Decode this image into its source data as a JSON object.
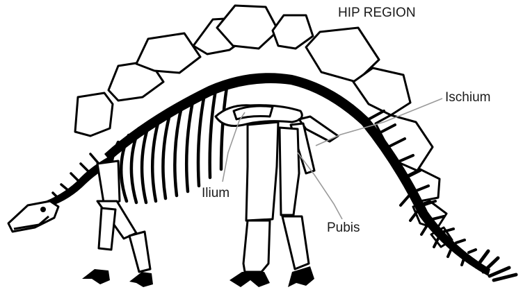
{
  "diagram": {
    "title": "HIP REGION",
    "labels": {
      "ischium": "Ischium",
      "ilium": "Ilium",
      "pubis": "Pubis"
    }
  },
  "colors": {
    "bone_outline": "#000000",
    "leader_line": "#9a9a9a",
    "background": "#ffffff"
  }
}
